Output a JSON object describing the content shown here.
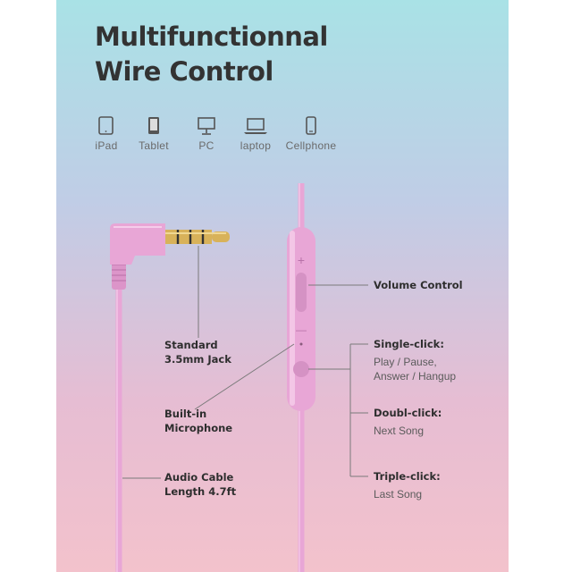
{
  "title": {
    "line1": "Multifunctionnal",
    "line2": "Wire Control"
  },
  "devices": [
    {
      "icon": "ipad-icon",
      "label": "iPad"
    },
    {
      "icon": "tablet-icon",
      "label": "Tablet"
    },
    {
      "icon": "pc-icon",
      "label": "PC"
    },
    {
      "icon": "laptop-icon",
      "label": "laptop"
    },
    {
      "icon": "cellphone-icon",
      "label": "Cellphone"
    }
  ],
  "callouts": {
    "volume": {
      "title": "Volume Control"
    },
    "single": {
      "title": "Single-click:",
      "line1": "Play / Pause,",
      "line2": "Answer / Hangup"
    },
    "double": {
      "title": "Doubl-click:",
      "line1": "Next Song"
    },
    "triple": {
      "title": "Triple-click:",
      "line1": "Last Song"
    },
    "jack": {
      "line1": "Standard",
      "line2": "3.5mm Jack"
    },
    "mic": {
      "line1": "Built-in",
      "line2": "Microphone"
    },
    "cable": {
      "line1": "Audio Cable",
      "line2": "Length 4.7ft"
    }
  },
  "remote": {
    "plus": "+",
    "minus": "—"
  },
  "colors": {
    "cable": "#e8a6d6",
    "cable_dark": "#cf86bd",
    "gold": "#d8b25a",
    "text": "#333333",
    "line": "#7a7a7a"
  }
}
